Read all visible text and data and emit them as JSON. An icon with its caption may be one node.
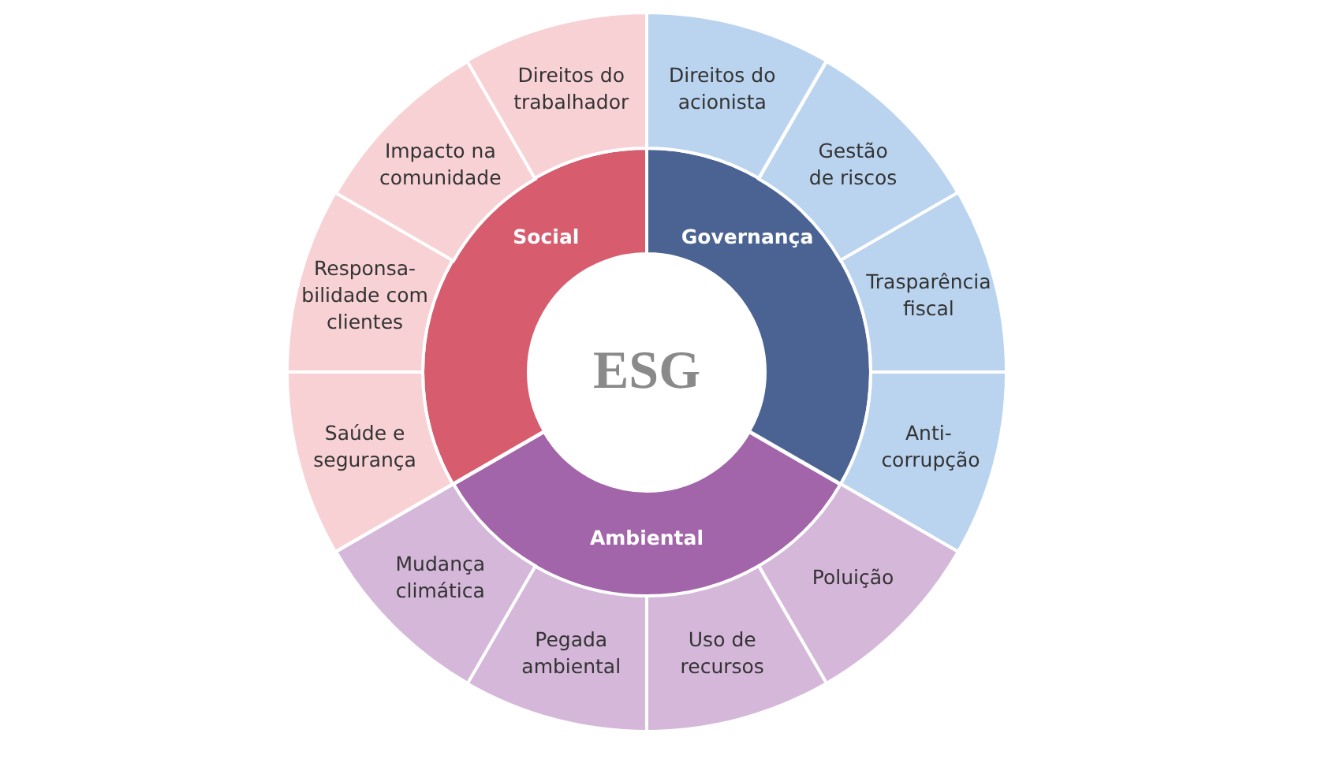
{
  "diagram": {
    "nodes": [
      {
        "text": [
          "ESG"
        ]
      },
      {
        "text": [
          "Social"
        ]
      },
      {
        "text": [
          "Governança"
        ]
      },
      {
        "text": [
          "Ambiental"
        ]
      },
      {
        "text": [
          "Direitos do acionista"
        ]
      },
      {
        "text": [
          "Gestão de riscos"
        ]
      },
      {
        "text": [
          "Trasparência fiscal"
        ]
      },
      {
        "text": [
          "Anti-corrupção"
        ]
      },
      {
        "text": [
          "Poluição"
        ]
      },
      {
        "text": [
          "Uso de recursos"
        ]
      },
      {
        "text": [
          "Pegada ambiental"
        ]
      },
      {
        "text": [
          "Mudança climática"
        ]
      },
      {
        "text": [
          "Saúde e segurança"
        ]
      },
      {
        "text": [
          "Responsa-bilidade com clientes"
        ]
      },
      {
        "text": [
          "Impacto na comunidade"
        ]
      },
      {
        "text": [
          "Direitos do trabalhador"
        ]
      }
    ]
  }
}
